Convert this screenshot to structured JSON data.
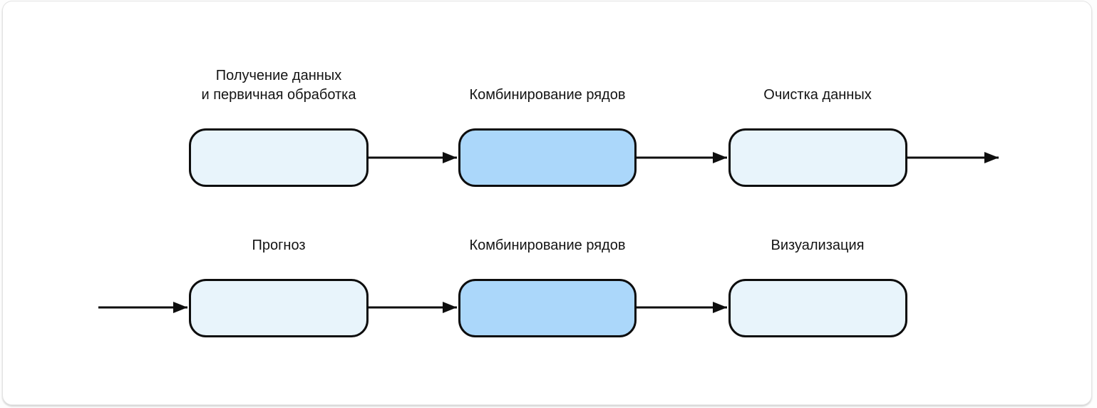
{
  "diagram": {
    "type": "flowchart",
    "direction": "left-to-right, two rows (continuation implied by exit/entry arrows)",
    "colors": {
      "node_light_fill": "#e8f4fb",
      "node_accent_fill": "#abd7fa",
      "node_border": "#0d0d0d",
      "arrow": "#0e0e0e",
      "canvas": "#ffffff"
    },
    "rows": [
      {
        "nodes": [
          {
            "label": "Получение данных\nи первичная обработка",
            "variant": "light"
          },
          {
            "label": "Комбинирование рядов",
            "variant": "accent"
          },
          {
            "label": "Очистка данных",
            "variant": "light"
          }
        ],
        "trailing_arrow": "exits to the right edge"
      },
      {
        "nodes": [
          {
            "label": "Прогноз",
            "variant": "light"
          },
          {
            "label": "Комбинирование рядов",
            "variant": "accent"
          },
          {
            "label": "Визуализация",
            "variant": "light"
          }
        ],
        "leading_arrow": "enters from the left edge"
      }
    ]
  }
}
